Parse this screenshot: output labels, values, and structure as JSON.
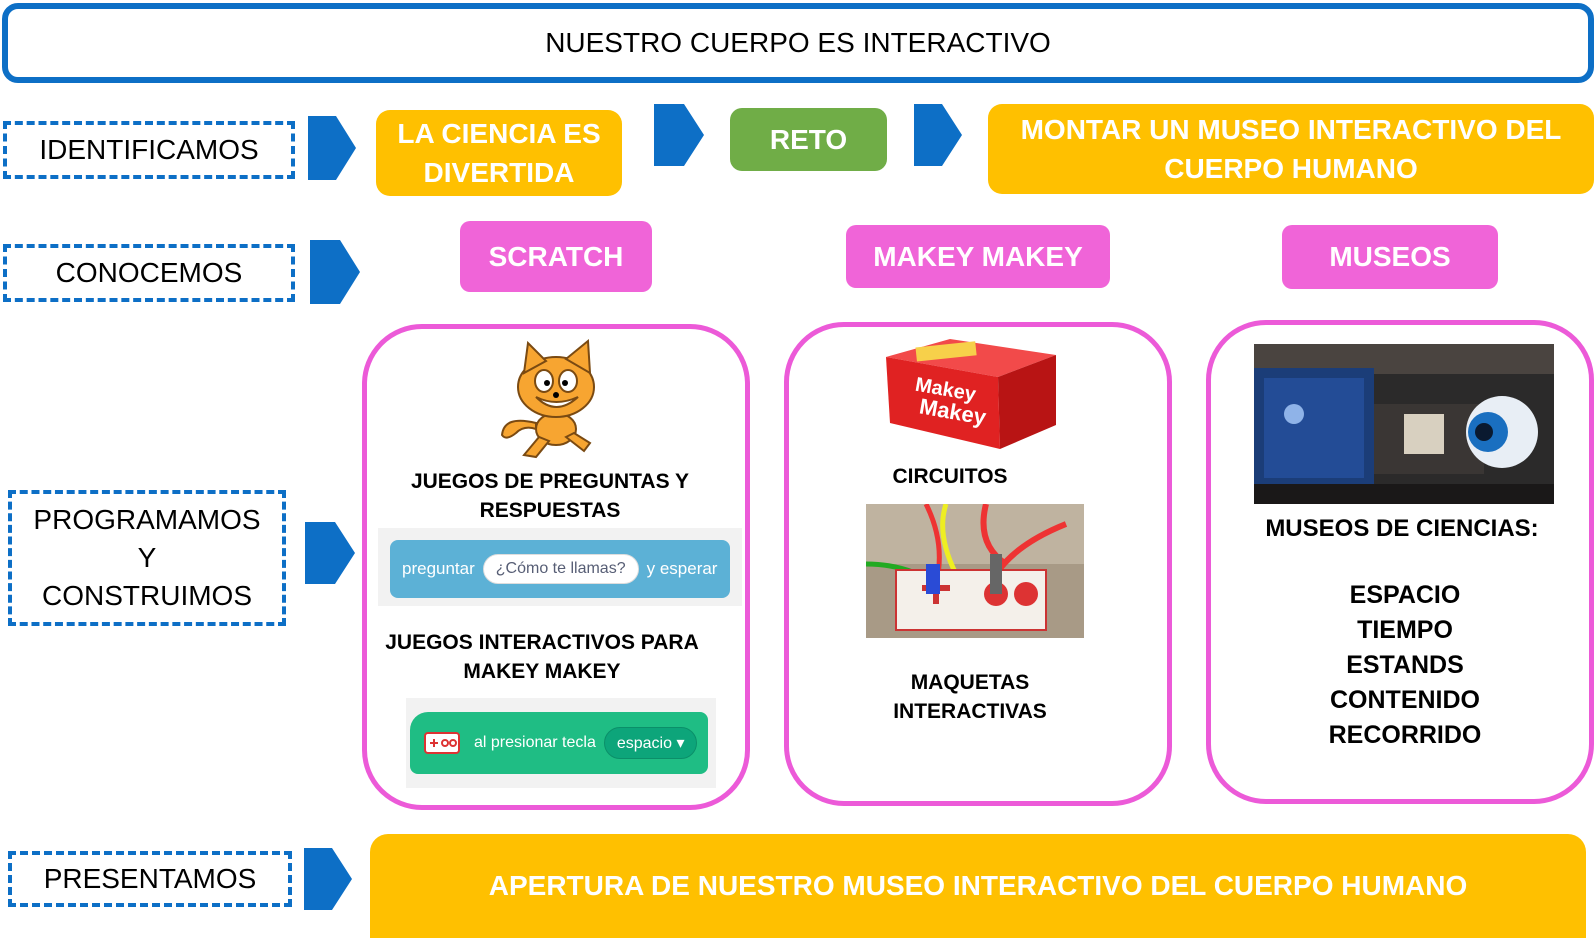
{
  "title": "NUESTRO CUERPO ES INTERACTIVO",
  "stages": {
    "identificamos": "IDENTIFICAMOS",
    "conocemos": "CONOCEMOS",
    "programamos": [
      "PROGRAMAMOS",
      "Y",
      "CONSTRUIMOS"
    ],
    "presentamos": "PRESENTAMOS"
  },
  "identify_row": {
    "ciencia": [
      "LA CIENCIA ES",
      "DIVERTIDA"
    ],
    "reto": "RETO",
    "museo": [
      "MONTAR UN MUSEO INTERACTIVO DEL",
      "CUERPO HUMANO"
    ]
  },
  "tools": [
    "SCRATCH",
    "MAKEY MAKEY",
    "MUSEOS"
  ],
  "scratch_panel": {
    "label1": [
      "JUEGOS DE PREGUNTAS Y",
      "RESPUESTAS"
    ],
    "block1": {
      "preguntar": "preguntar",
      "question": "¿Cómo te llamas?",
      "esperar": "y esperar"
    },
    "label2": [
      "JUEGOS INTERACTIVOS PARA",
      "MAKEY MAKEY"
    ],
    "block2": {
      "text": "al presionar tecla",
      "key": "espacio"
    }
  },
  "makey_panel": {
    "box_brand": [
      "Makey",
      "Makey"
    ],
    "circuitos": "CIRCUITOS",
    "maquetas": [
      "MAQUETAS",
      "INTERACTIVAS"
    ]
  },
  "museos_panel": {
    "heading": "MUSEOS DE CIENCIAS:",
    "items": [
      "ESPACIO",
      "TIEMPO",
      "ESTANDS",
      "CONTENIDO",
      "RECORRIDO"
    ]
  },
  "final": "APERTURA DE NUESTRO MUSEO INTERACTIVO DEL CUERPO HUMANO",
  "colors": {
    "blue": "#0d6fc6",
    "orange": "#ffc000",
    "green": "#70ad47",
    "pink": "#f064d8",
    "panel_border": "#ec5ad8"
  },
  "icons": [
    "scratch-cat-icon",
    "makey-box-image",
    "makey-board-image",
    "museum-photo",
    "makey-block-icon",
    "arrow-icon"
  ]
}
